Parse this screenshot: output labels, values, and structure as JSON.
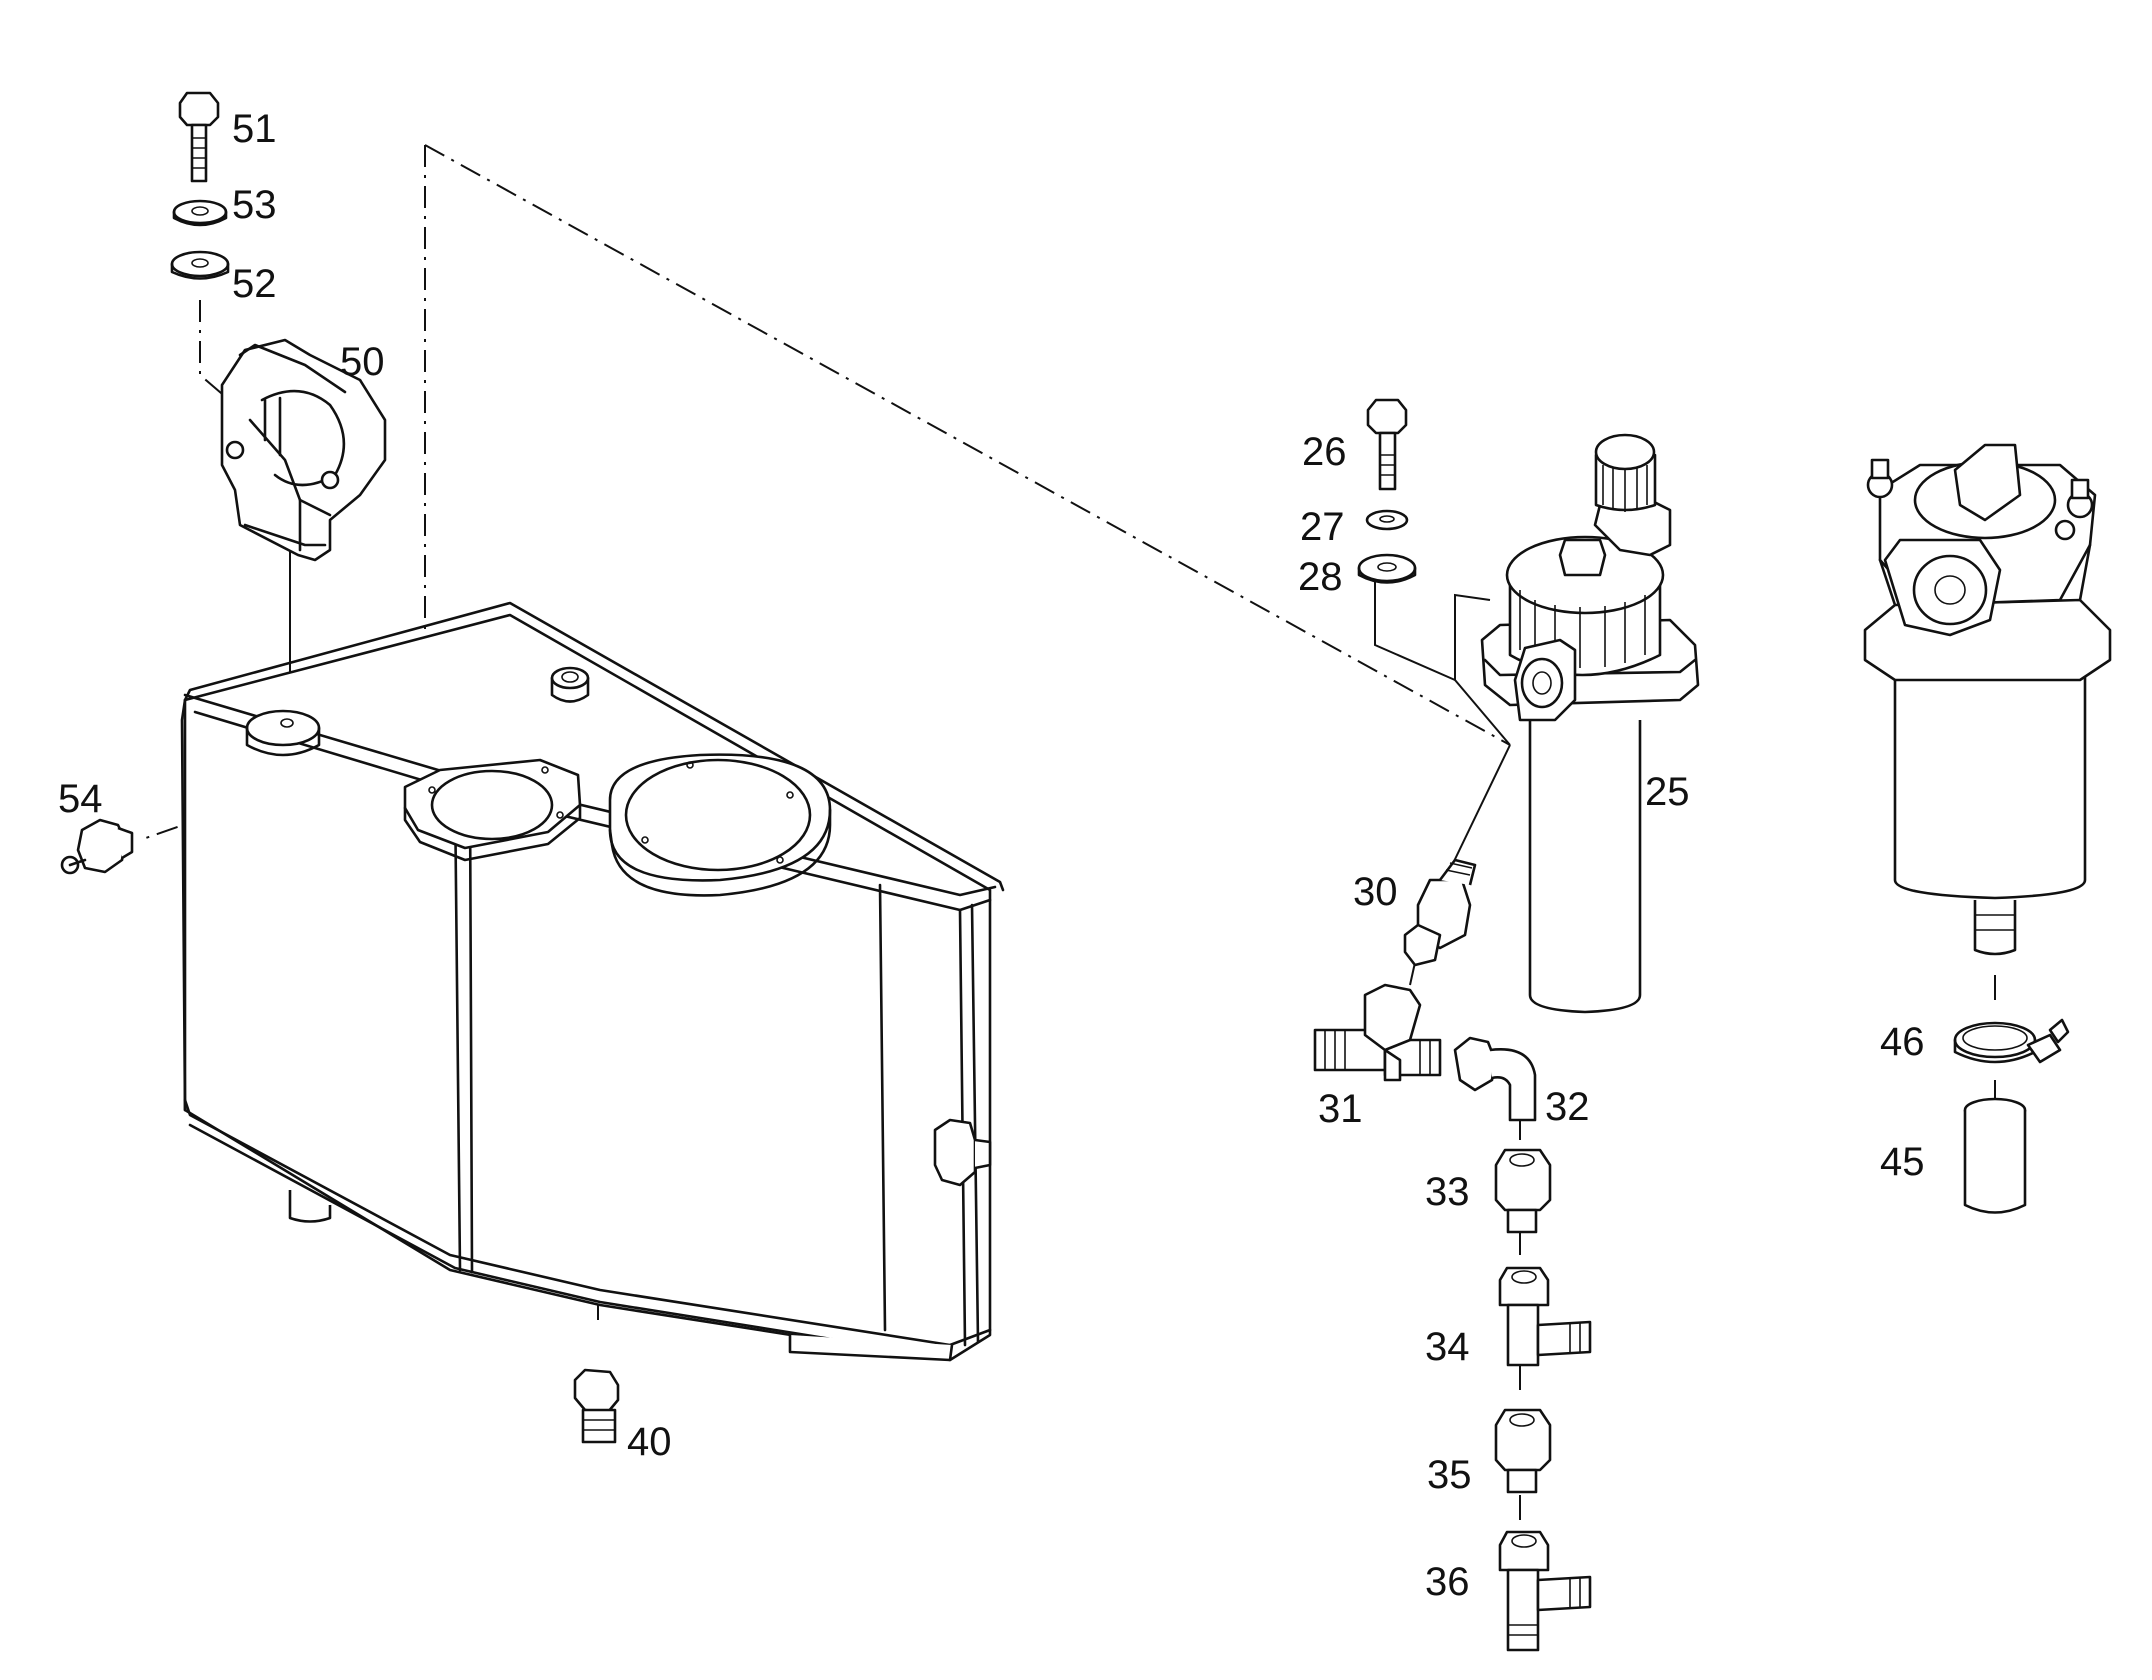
{
  "diagram": {
    "callouts": {
      "p25": "25",
      "p26": "26",
      "p27": "27",
      "p28": "28",
      "p30": "30",
      "p31": "31",
      "p32": "32",
      "p33": "33",
      "p34": "34",
      "p35": "35",
      "p36": "36",
      "p40": "40",
      "p45": "45",
      "p46": "46",
      "p50": "50",
      "p51": "51",
      "p52": "52",
      "p53": "53",
      "p54": "54"
    }
  }
}
